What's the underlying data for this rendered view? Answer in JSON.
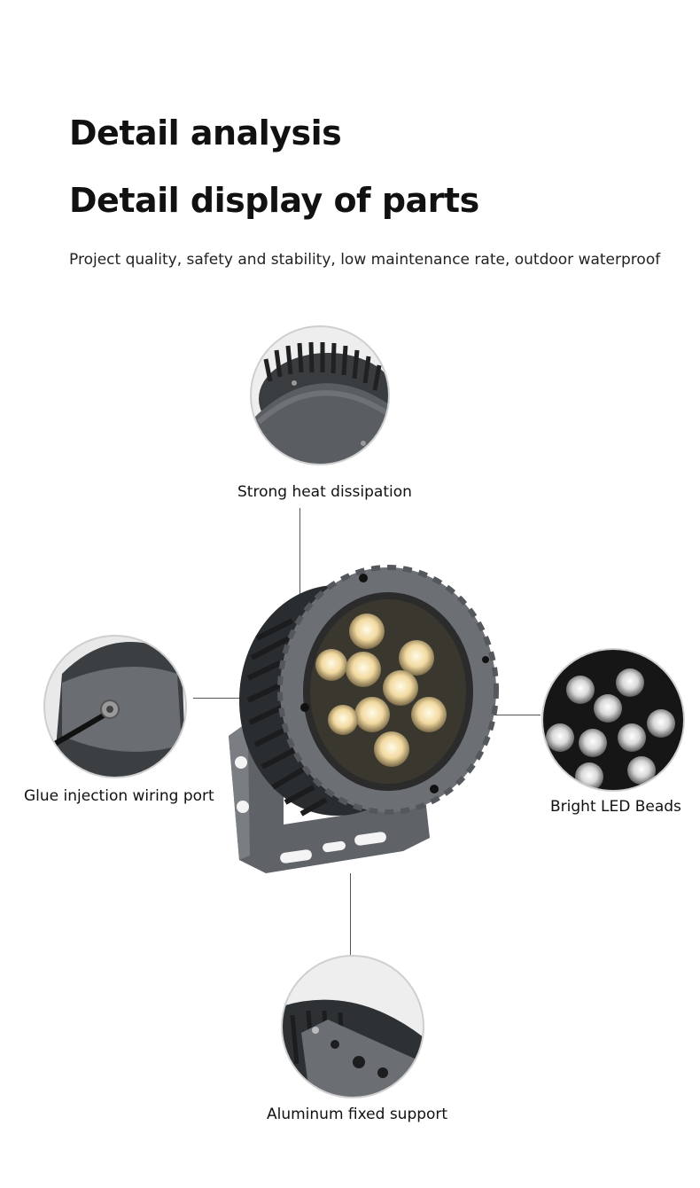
{
  "header": {
    "title": "Detail analysis",
    "subtitle": "Detail display of parts",
    "tagline": "Project quality, safety and stability, low maintenance rate, outdoor waterproof"
  },
  "callouts": {
    "heat": "Strong heat dissipation",
    "glue": "Glue injection wiring port",
    "led": "Bright LED Beads",
    "support": "Aluminum fixed support"
  }
}
